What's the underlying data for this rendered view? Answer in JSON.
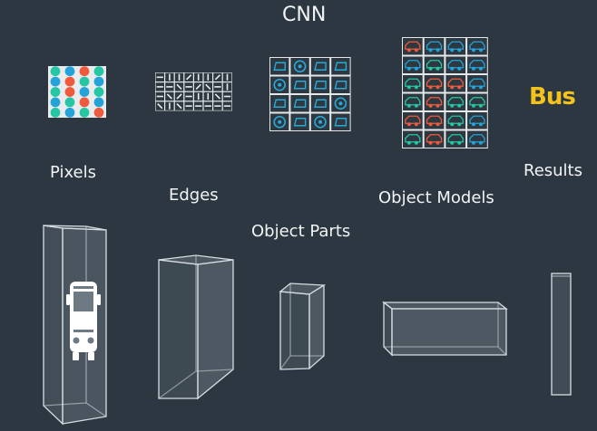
{
  "title": "CNN",
  "stages": {
    "pixels": "Pixels",
    "edges": "Edges",
    "object_parts": "Object Parts",
    "object_models": "Object Models",
    "results": "Results"
  },
  "result_output": "Bus",
  "colors": {
    "background": "#2c3742",
    "pixel_teal": "#24c6a4",
    "pixel_blue": "#23a3d8",
    "pixel_red": "#ef5a3c",
    "part_icon": "#29a9d9",
    "result_yellow": "#f4c21d",
    "box_stroke": "#d6dde3",
    "box_face": "#6e7a83"
  },
  "icons": {
    "pixel_grid": "colored-pixel-grid",
    "edge_grid": "edge-fragment-grid",
    "parts_grid": "vehicle-parts-grid",
    "models_grid": "vehicle-models-grid",
    "input_image": "bus-front-icon"
  },
  "pixel_grid_colors": [
    [
      "teal",
      "blue",
      "red",
      "teal"
    ],
    [
      "blue",
      "red",
      "teal",
      "blue"
    ],
    [
      "teal",
      "red",
      "blue",
      "teal"
    ],
    [
      "blue",
      "teal",
      "red",
      "blue"
    ],
    [
      "teal",
      "blue",
      "teal",
      "red"
    ]
  ],
  "parts_grid_icons": [
    [
      "window",
      "wheel",
      "window",
      "window"
    ],
    [
      "wheel",
      "window",
      "window",
      "window"
    ],
    [
      "window",
      "window",
      "window",
      "wheel"
    ],
    [
      "wheel",
      "window",
      "wheel",
      "window"
    ]
  ],
  "models_grid_colors": [
    [
      "red",
      "blue",
      "blue",
      "blue"
    ],
    [
      "blue",
      "teal",
      "blue",
      "blue"
    ],
    [
      "teal",
      "red",
      "red",
      "blue"
    ],
    [
      "teal",
      "red",
      "teal",
      "teal"
    ],
    [
      "red",
      "red",
      "teal",
      "blue"
    ],
    [
      "teal",
      "red",
      "teal",
      "blue"
    ]
  ]
}
